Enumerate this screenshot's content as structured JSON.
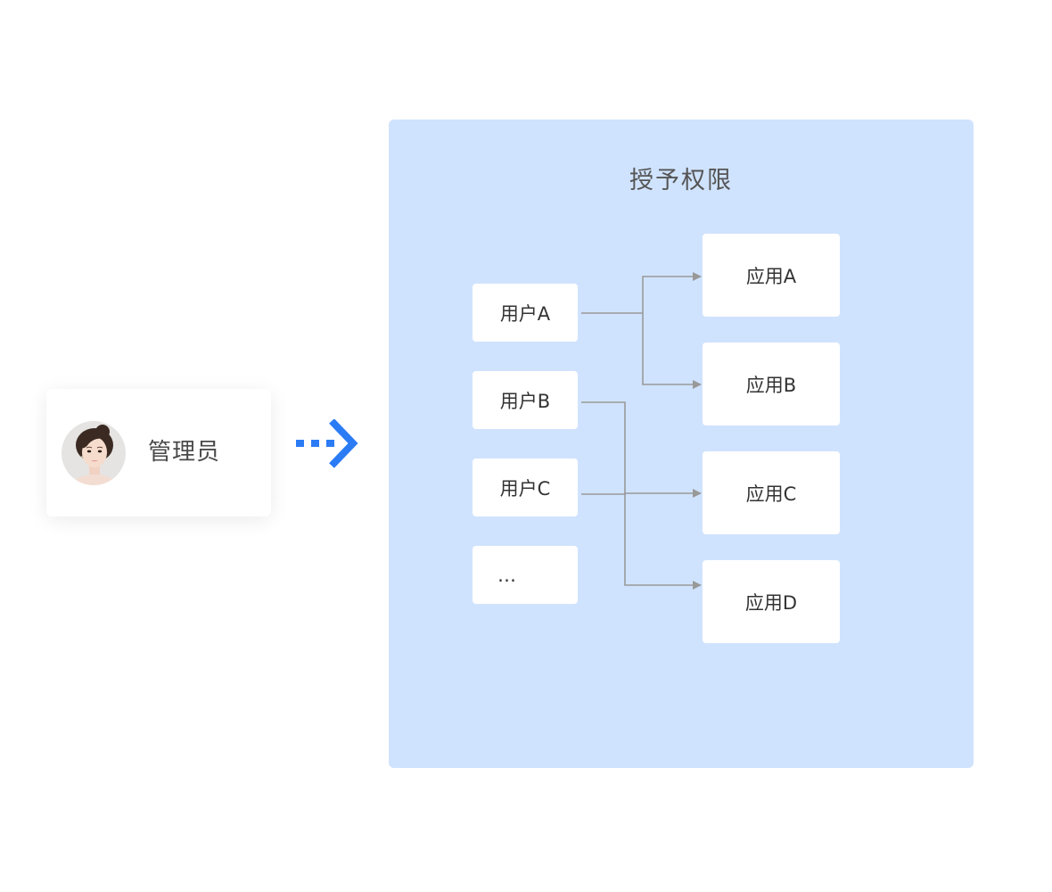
{
  "admin": {
    "label": "管理员",
    "avatar_icon": "portrait-avatar"
  },
  "flow_arrow": {
    "icon": "dotted-chevron-right-icon",
    "color": "#2b7bf5"
  },
  "panel": {
    "title": "授予权限",
    "background": "#d0e3fe",
    "users": [
      {
        "label": "用户A"
      },
      {
        "label": "用户B"
      },
      {
        "label": "用户C"
      },
      {
        "label": "…"
      }
    ],
    "apps": [
      {
        "label": "应用A"
      },
      {
        "label": "应用B"
      },
      {
        "label": "应用C"
      },
      {
        "label": "应用D"
      }
    ],
    "connector_color": "#999999"
  }
}
